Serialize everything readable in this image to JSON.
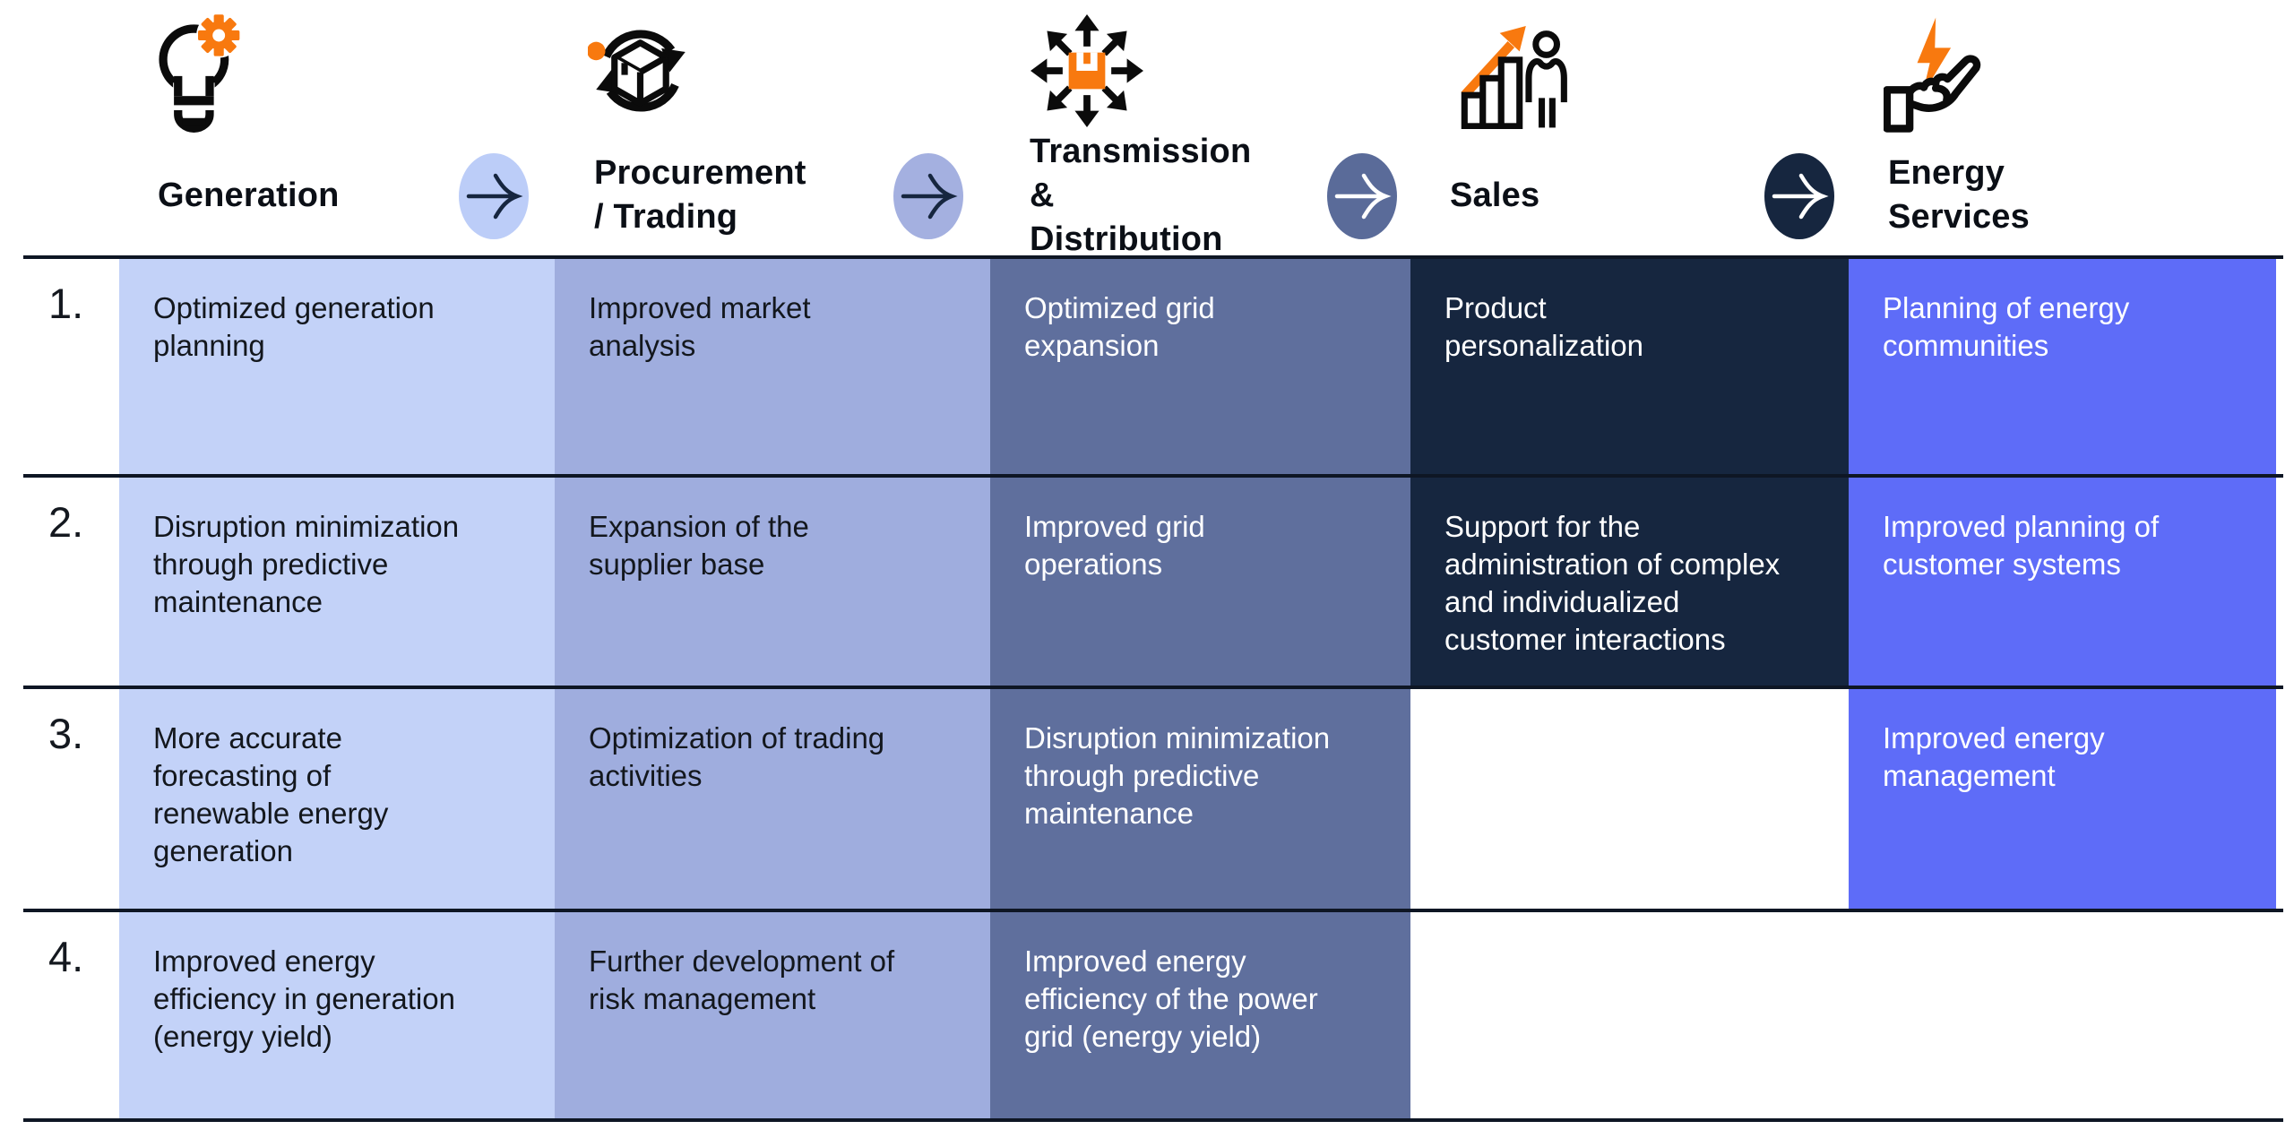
{
  "header": {
    "stages": [
      {
        "label": "Generation",
        "icon": "lightbulb-gear-icon"
      },
      {
        "label": "Procurement\n/ Trading",
        "icon": "box-cycle-icon"
      },
      {
        "label": "Transmission\n& Distribution",
        "icon": "distribution-arrows-icon"
      },
      {
        "label": "Sales",
        "icon": "growth-chart-person-icon"
      },
      {
        "label": "Energy\nServices",
        "icon": "hand-lightning-icon"
      }
    ],
    "flow_arrows": [
      {
        "icon": "arrow-right-icon",
        "fill": "#bccdf8",
        "stroke": "#16263f"
      },
      {
        "icon": "arrow-right-icon",
        "fill": "#a4b0e0",
        "stroke": "#16263f"
      },
      {
        "icon": "arrow-right-icon",
        "fill": "#5a6b99",
        "stroke": "#ffffff"
      },
      {
        "icon": "arrow-right-icon",
        "fill": "#16263f",
        "stroke": "#ffffff"
      }
    ]
  },
  "table": {
    "row_numbers": [
      "1.",
      "2.",
      "3.",
      "4."
    ],
    "columns": [
      {
        "name": "Generation",
        "color": "#c3d2f8",
        "text_color": "#13171d",
        "cells": [
          "Optimized generation\nplanning",
          "Disruption minimization\nthrough predictive\nmaintenance",
          "More accurate\nforecasting of\nrenewable energy\ngeneration",
          "Improved energy\nefficiency in generation\n(energy yield)"
        ]
      },
      {
        "name": "Procurement / Trading",
        "color": "#9fadde",
        "text_color": "#13171d",
        "cells": [
          "Improved market\nanalysis",
          "Expansion of the\nsupplier base",
          "Optimization of trading\nactivities",
          "Further development of\nrisk management"
        ]
      },
      {
        "name": "Transmission & Distribution",
        "color": "#5f6f9d",
        "text_color": "#ffffff",
        "cells": [
          "Optimized grid\nexpansion",
          "Improved grid\noperations",
          "Disruption minimization\nthrough predictive\nmaintenance",
          "Improved energy\nefficiency of the power\ngrid (energy yield)"
        ]
      },
      {
        "name": "Sales",
        "color": "#16263f",
        "text_color": "#ffffff",
        "cells": [
          "Product\npersonalization",
          "Support for the\nadministration of complex\nand individualized\ncustomer interactions",
          "",
          ""
        ]
      },
      {
        "name": "Energy Services",
        "color": "#5e6cf8",
        "text_color": "#ffffff",
        "cells": [
          "Planning of energy\ncommunities",
          "Improved planning of\ncustomer systems",
          "Improved energy\nmanagement",
          ""
        ]
      }
    ]
  },
  "colors": {
    "accent_orange": "#f8790f",
    "line": "#0e1624",
    "background": "#ffffff"
  }
}
